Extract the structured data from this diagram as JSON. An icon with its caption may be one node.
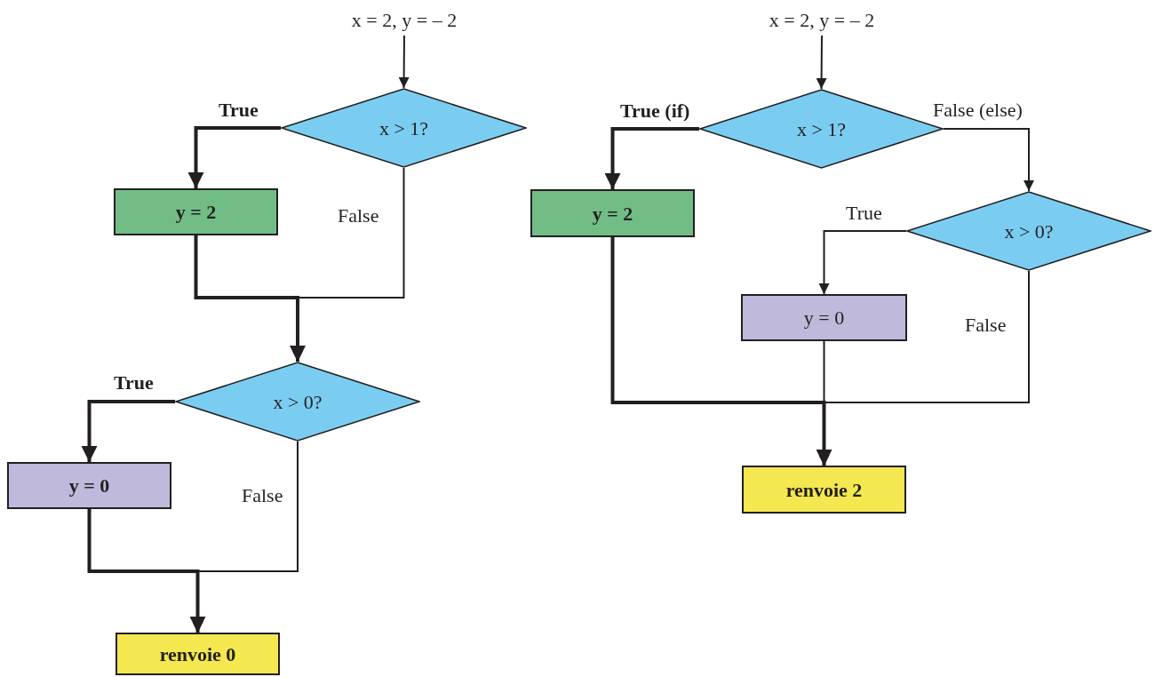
{
  "diagram": {
    "nodes": [
      {
        "text": [
          "x = 2, y = – 2"
        ]
      },
      {
        "text": [
          "x > 1?"
        ]
      },
      {
        "text": [
          "y = 2"
        ]
      },
      {
        "text": [
          "x > 0?"
        ]
      },
      {
        "text": [
          "y = 0"
        ]
      },
      {
        "text": [
          "renvoie 0"
        ]
      },
      {
        "text": [
          "x = 2, y = – 2"
        ]
      },
      {
        "text": [
          "x > 1?"
        ]
      },
      {
        "text": [
          "y = 2"
        ]
      },
      {
        "text": [
          "x > 0?"
        ]
      },
      {
        "text": [
          "y = 0"
        ]
      },
      {
        "text": [
          "renvoie 2"
        ]
      }
    ],
    "edges": [
      {
        "from": 0,
        "to": 1,
        "arrow": "to"
      },
      {
        "from": 1,
        "to": 2,
        "arrow": "to",
        "label": "True",
        "style": "thick"
      },
      {
        "from": 1,
        "to": 3,
        "arrow": "to",
        "label": "False"
      },
      {
        "from": 2,
        "to": 3,
        "arrow": "to",
        "style": "thick"
      },
      {
        "from": 3,
        "to": 4,
        "arrow": "to",
        "label": "True",
        "style": "thick"
      },
      {
        "from": 3,
        "to": 5,
        "arrow": "to",
        "label": "False"
      },
      {
        "from": 4,
        "to": 5,
        "arrow": "to",
        "style": "thick"
      },
      {
        "from": 6,
        "to": 7,
        "arrow": "to"
      },
      {
        "from": 7,
        "to": 8,
        "arrow": "to",
        "label": "True (if)",
        "style": "thick"
      },
      {
        "from": 7,
        "to": 9,
        "arrow": "to",
        "label": "False (else)"
      },
      {
        "from": 9,
        "to": 10,
        "arrow": "to",
        "label": "True"
      },
      {
        "from": 9,
        "to": 11,
        "arrow": "to",
        "label": "False"
      },
      {
        "from": 10,
        "to": 11,
        "arrow": "to"
      },
      {
        "from": 8,
        "to": 11,
        "arrow": "to",
        "style": "thick"
      }
    ]
  }
}
